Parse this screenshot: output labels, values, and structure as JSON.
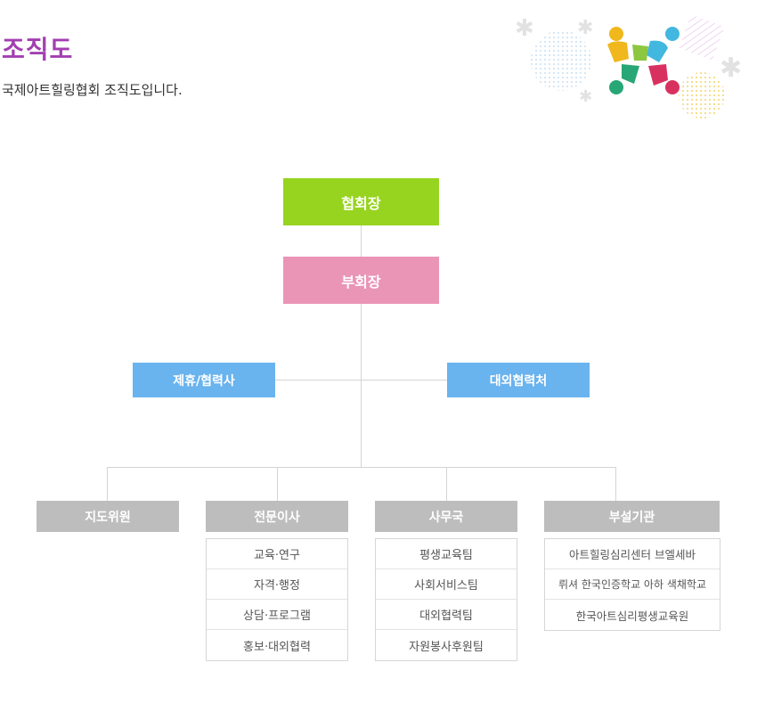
{
  "header": {
    "title": "조직도",
    "subtitle": "국제아트힐링협회 조직도입니다."
  },
  "colors": {
    "title": "#a23fb0",
    "president": "#97d420",
    "vice_president": "#ea95b6",
    "side_units": "#69b3ee",
    "departments": "#bdbdbd",
    "connector": "#d4d4d4"
  },
  "org": {
    "president": "협회장",
    "vice_president": "부회장",
    "left_unit": "제휴/협력사",
    "right_unit": "대외협력처",
    "departments": [
      {
        "label": "지도위원",
        "items": []
      },
      {
        "label": "전문이사",
        "items": [
          "교육·연구",
          "자격·행정",
          "상담·프로그램",
          "홍보·대외협력"
        ]
      },
      {
        "label": "사무국",
        "items": [
          "평생교육팀",
          "사회서비스팀",
          "대외협력팀",
          "자원봉사후원팀"
        ]
      },
      {
        "label": "부설기관",
        "items": [
          "아트힐링심리센터 브엘세바",
          "뤼셔 한국인증학교 아하 색채학교",
          "한국아트심리평생교육원"
        ]
      }
    ]
  }
}
